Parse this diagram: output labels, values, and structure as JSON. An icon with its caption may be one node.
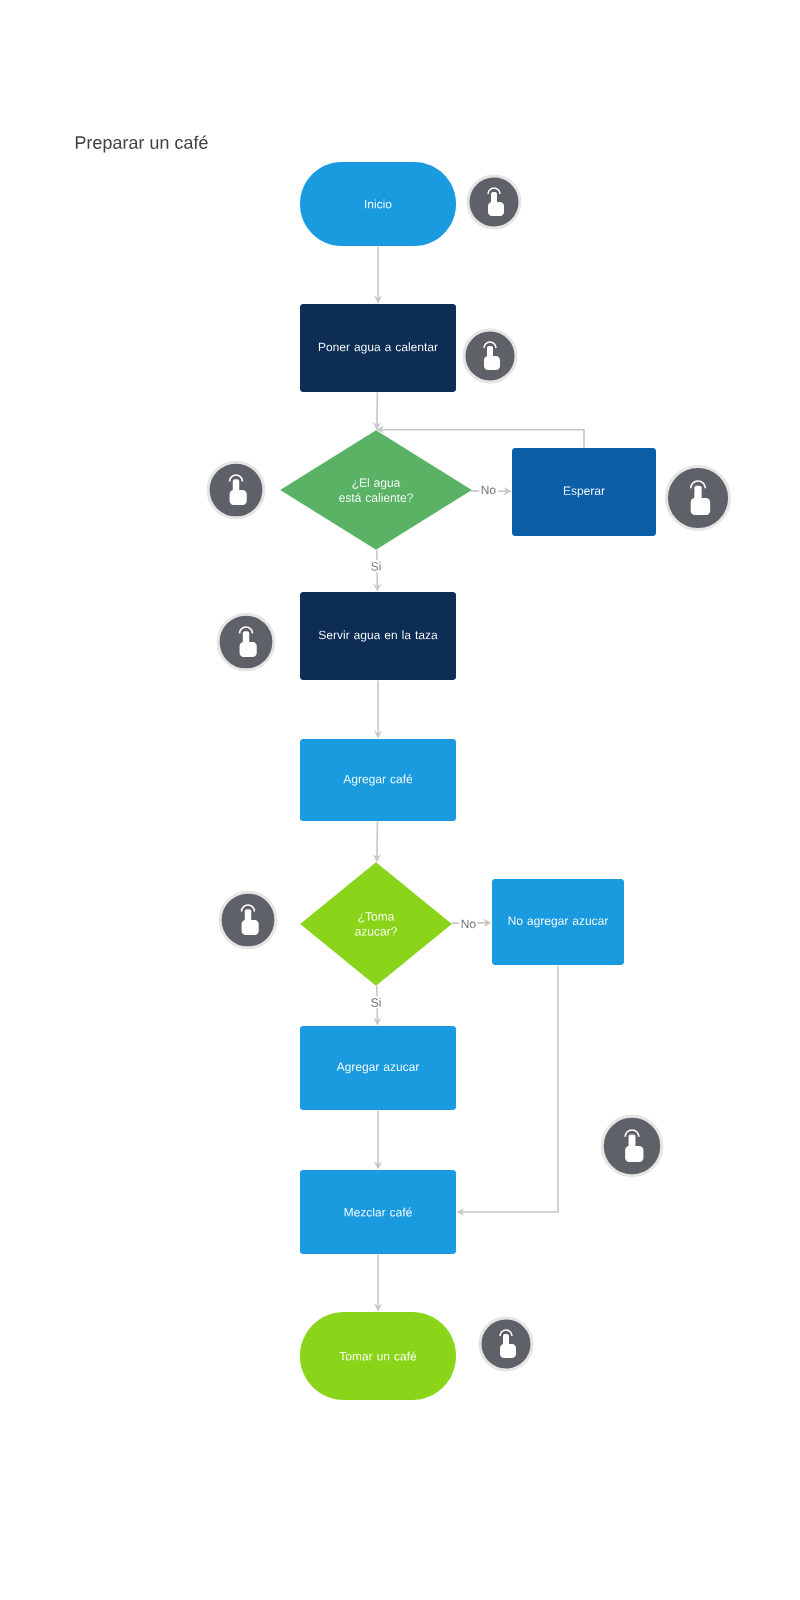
{
  "diagram": {
    "title": "Preparar un café",
    "nodes": [
      {
        "text": [
          "Inicio"
        ]
      },
      {
        "text": [
          "Poner agua a calentar"
        ]
      },
      {
        "text": [
          "¿El agua está caliente?"
        ]
      },
      {
        "text": [
          "Esperar"
        ]
      },
      {
        "text": [
          "Servir agua en la taza"
        ]
      },
      {
        "text": [
          "Agregar café"
        ]
      },
      {
        "text": [
          "¿Toma azucar?"
        ]
      },
      {
        "text": [
          "No agregar azucar"
        ]
      },
      {
        "text": [
          "Agregar azucar"
        ]
      },
      {
        "text": [
          "Mezclar café"
        ]
      },
      {
        "text": [
          "Tomar un café"
        ]
      }
    ],
    "edges": [
      {
        "from": 0,
        "to": 1,
        "arrow": "to"
      },
      {
        "from": 1,
        "to": 2,
        "arrow": "to"
      },
      {
        "from": 2,
        "to": 3,
        "arrow": "to",
        "label": "No"
      },
      {
        "from": 3,
        "to": 2,
        "arrow": "to"
      },
      {
        "from": 2,
        "to": 4,
        "arrow": "to",
        "label": "Si"
      },
      {
        "from": 4,
        "to": 5,
        "arrow": "to"
      },
      {
        "from": 5,
        "to": 6,
        "arrow": "to"
      },
      {
        "from": 6,
        "to": 7,
        "arrow": "to",
        "label": "No"
      },
      {
        "from": 6,
        "to": 8,
        "arrow": "to",
        "label": "Si"
      },
      {
        "from": 8,
        "to": 9,
        "arrow": "to"
      },
      {
        "from": 7,
        "to": 9,
        "arrow": "to"
      },
      {
        "from": 9,
        "to": 10,
        "arrow": "to"
      }
    ]
  }
}
